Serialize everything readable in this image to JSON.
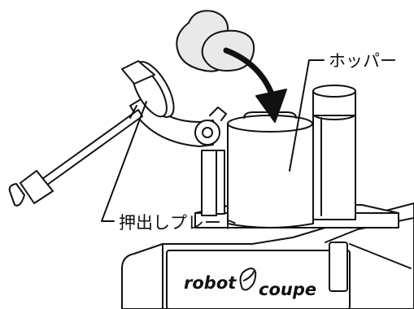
{
  "labels": {
    "hopper": "ホッパー",
    "pusher_plate": "押出しプレート"
  },
  "brand": {
    "word1": "robot",
    "word2": "coupe"
  },
  "icons": [
    "curved-arrow-icon",
    "brand-logo-mark"
  ],
  "colors": {
    "line": "#111111",
    "fill": "#ffffff",
    "food": "#e9e9e9",
    "arrow": "#111111"
  }
}
